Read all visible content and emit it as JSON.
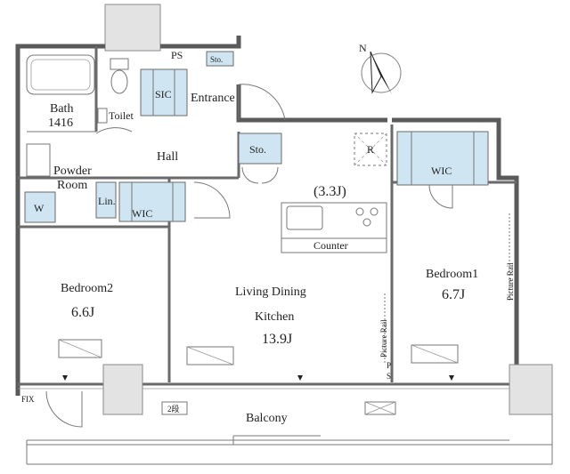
{
  "plan": {
    "compass_letter": "N",
    "labels": {
      "ps_top": "PS",
      "sto_top": "Sto.",
      "bath": "Bath",
      "bath_size": "1416",
      "toilet": "Toilet",
      "sic": "SIC",
      "entrance": "Entrance",
      "hall": "Hall",
      "sto_mid": "Sto.",
      "r_mark": "R",
      "powder_room_line1": "Powder",
      "powder_room_line2": "Room",
      "w_mark": "W",
      "lin": "Lin.",
      "wic_left": "WIC",
      "wic_right": "WIC",
      "kitchen_size": "(3.3J)",
      "counter": "Counter",
      "bedroom1": "Bedroom1",
      "bedroom1_size": "6.7J",
      "picture_rail_right": "Picture Rail",
      "bedroom2": "Bedroom2",
      "bedroom2_size": "6.6J",
      "ldk_line1": "Living Dining",
      "ldk_line2": "Kitchen",
      "ldk_size": "13.9J",
      "picture_rail_mid": "Picture Rail",
      "ps_low_p": "P",
      "ps_low_s": "S",
      "fix": "FIX",
      "step": "2段",
      "balcony": "Balcony"
    }
  }
}
